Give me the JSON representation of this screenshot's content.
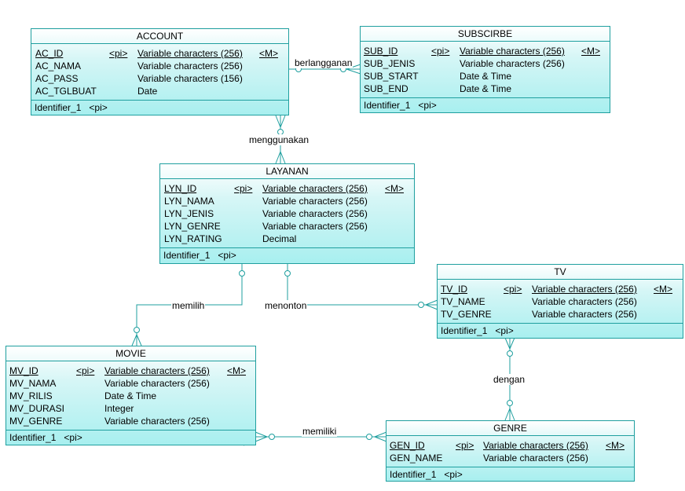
{
  "entities": {
    "account": {
      "title": "ACCOUNT",
      "attributes": [
        {
          "name": "AC_ID",
          "pi": "<pi>",
          "type": "Variable characters (256)",
          "m": "<M>"
        },
        {
          "name": "AC_NAMA",
          "pi": "",
          "type": "Variable characters (256)",
          "m": ""
        },
        {
          "name": "AC_PASS",
          "pi": "",
          "type": "Variable characters (156)",
          "m": ""
        },
        {
          "name": "AC_TGLBUAT",
          "pi": "",
          "type": "Date",
          "m": ""
        }
      ],
      "identifier": "Identifier_1",
      "identifier_tag": "<pi>"
    },
    "subscribe": {
      "title": "SUBSCIRBE",
      "attributes": [
        {
          "name": "SUB_ID",
          "pi": "<pi>",
          "type": "Variable characters (256)",
          "m": "<M>"
        },
        {
          "name": "SUB_JENIS",
          "pi": "",
          "type": "Variable characters (256)",
          "m": ""
        },
        {
          "name": "SUB_START",
          "pi": "",
          "type": "Date & Time",
          "m": ""
        },
        {
          "name": "SUB_END",
          "pi": "",
          "type": "Date & Time",
          "m": ""
        }
      ],
      "identifier": "Identifier_1",
      "identifier_tag": "<pi>"
    },
    "layanan": {
      "title": "LAYANAN",
      "attributes": [
        {
          "name": "LYN_ID",
          "pi": "<pi>",
          "type": "Variable characters (256)",
          "m": "<M>"
        },
        {
          "name": "LYN_NAMA",
          "pi": "",
          "type": "Variable characters (256)",
          "m": ""
        },
        {
          "name": "LYN_JENIS",
          "pi": "",
          "type": "Variable characters (256)",
          "m": ""
        },
        {
          "name": "LYN_GENRE",
          "pi": "",
          "type": "Variable characters (256)",
          "m": ""
        },
        {
          "name": "LYN_RATING",
          "pi": "",
          "type": "Decimal",
          "m": ""
        }
      ],
      "identifier": "Identifier_1",
      "identifier_tag": "<pi>"
    },
    "tv": {
      "title": "TV",
      "attributes": [
        {
          "name": "TV_ID",
          "pi": "<pi>",
          "type": "Variable characters (256)",
          "m": "<M>"
        },
        {
          "name": "TV_NAME",
          "pi": "",
          "type": "Variable characters (256)",
          "m": ""
        },
        {
          "name": "TV_GENRE",
          "pi": "",
          "type": "Variable characters (256)",
          "m": ""
        }
      ],
      "identifier": "Identifier_1",
      "identifier_tag": "<pi>"
    },
    "movie": {
      "title": "MOVIE",
      "attributes": [
        {
          "name": "MV_ID",
          "pi": "<pi>",
          "type": "Variable characters (256)",
          "m": "<M>"
        },
        {
          "name": "MV_NAMA",
          "pi": "",
          "type": "Variable characters (256)",
          "m": ""
        },
        {
          "name": "MV_RILIS",
          "pi": "",
          "type": "Date & Time",
          "m": ""
        },
        {
          "name": "MV_DURASI",
          "pi": "",
          "type": "Integer",
          "m": ""
        },
        {
          "name": "MV_GENRE",
          "pi": "",
          "type": "Variable characters (256)",
          "m": ""
        }
      ],
      "identifier": "Identifier_1",
      "identifier_tag": "<pi>"
    },
    "genre": {
      "title": "GENRE",
      "attributes": [
        {
          "name": "GEN_ID",
          "pi": "<pi>",
          "type": "Variable characters (256)",
          "m": "<M>"
        },
        {
          "name": "GEN_NAME",
          "pi": "",
          "type": "Variable characters (256)",
          "m": ""
        }
      ],
      "identifier": "Identifier_1",
      "identifier_tag": "<pi>"
    }
  },
  "relationships": {
    "berlangganan": "berlangganan",
    "menggunakan": "menggunakan",
    "memilih": "memilih",
    "menonton": "menonton",
    "dengan": "dengan",
    "memiliki": "memiliki"
  },
  "colors": {
    "border": "#1f9f9f",
    "line": "#1f9f9f",
    "fill_top": "#ffffff",
    "fill_bottom": "#a8efef"
  }
}
